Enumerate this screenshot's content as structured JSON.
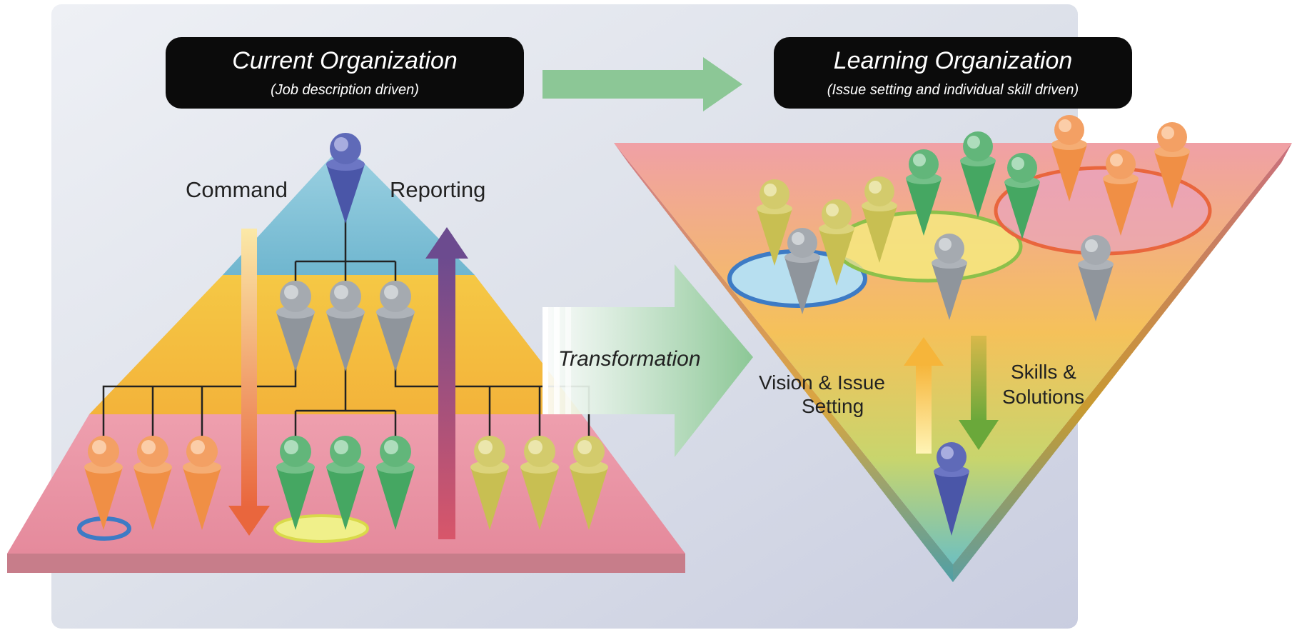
{
  "current_org": {
    "title": "Current Organization",
    "subtitle": "(Job description driven)",
    "command_label": "Command",
    "reporting_label": "Reporting"
  },
  "learning_org": {
    "title": "Learning Organization",
    "subtitle": "(Issue setting and individual skill driven)",
    "vision_label_line1": "Vision & Issue",
    "vision_label_line2": "Setting",
    "skills_label_line1": "Skills &",
    "skills_label_line2": "Solutions"
  },
  "transformation_label": "Transformation",
  "colors": {
    "background": "#d9dde8",
    "pyramid_top": "#7fc0d6",
    "pyramid_mid": "#f2b934",
    "pyramid_base": "#e79aa8",
    "command_arrow": "#e9663d",
    "reporting_arrow": "#6c4b8f",
    "transformation_arrow": "#8cc796",
    "person_orange": "#f08f45",
    "person_green": "#45a762",
    "person_olive": "#c8bf52",
    "person_gray": "#8f959c",
    "person_blue": "#4a56a8"
  }
}
